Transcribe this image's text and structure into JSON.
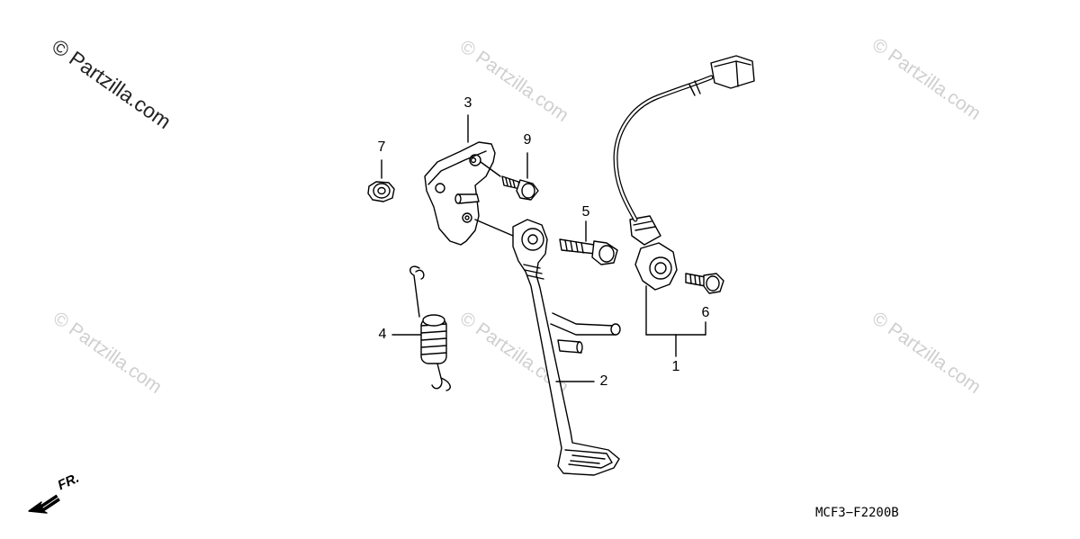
{
  "watermarks": [
    "© Partzilla.com",
    "© Partzilla.com",
    "© Partzilla.com",
    "© Partzilla.com",
    "© Partzilla.com",
    "© Partzilla.com"
  ],
  "callouts": {
    "c1": "1",
    "c2": "2",
    "c3": "3",
    "c4": "4",
    "c5": "5",
    "c6": "6",
    "c7": "7",
    "c9": "9"
  },
  "diagram_code": "MCF3−F2200B",
  "direction_label": "FR."
}
